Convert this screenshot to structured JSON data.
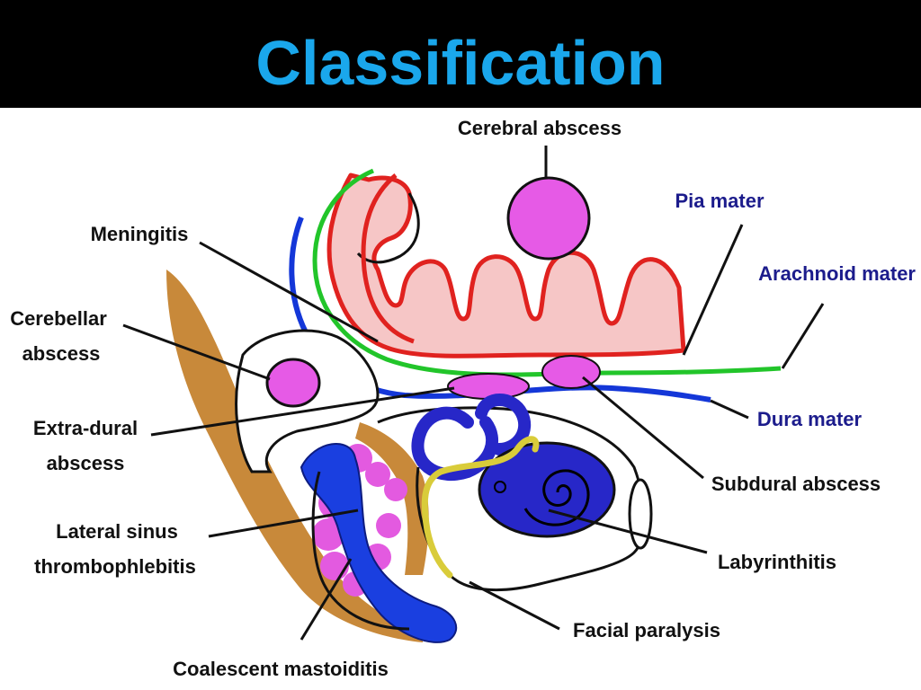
{
  "title": "Classification",
  "colors": {
    "title_text": "#1aa7ec",
    "title_bar": "#000000",
    "pia_mater": "#e0221f",
    "arachnoid_mater": "#22c52a",
    "dura_mater": "#1437d8",
    "abscess": "#e65ae6",
    "bone": "#c8893a",
    "sinus": "#1a3fe0",
    "mastoid_cells": "#e35ae0",
    "labyrinth": "#2727c8",
    "facial_nerve": "#d9cc3a",
    "label_blue_text": "#1c1c8c"
  },
  "labels": {
    "cerebral_abscess": "Cerebral abscess",
    "pia_mater": "Pia mater",
    "arachnoid_mater": "Arachnoid mater",
    "meningitis": "Meningitis",
    "cerebellar_abscess_1": "Cerebellar",
    "cerebellar_abscess_2": "abscess",
    "extra_dural_1": "Extra-dural",
    "extra_dural_2": "abscess",
    "dura_mater": "Dura mater",
    "subdural_abscess": "Subdural abscess",
    "lateral_sinus_1": "Lateral sinus",
    "lateral_sinus_2": "thrombophlebitis",
    "labyrinthitis": "Labyrinthitis",
    "facial_paralysis": "Facial paralysis",
    "coalescent_mastoiditis": "Coalescent mastoiditis"
  }
}
